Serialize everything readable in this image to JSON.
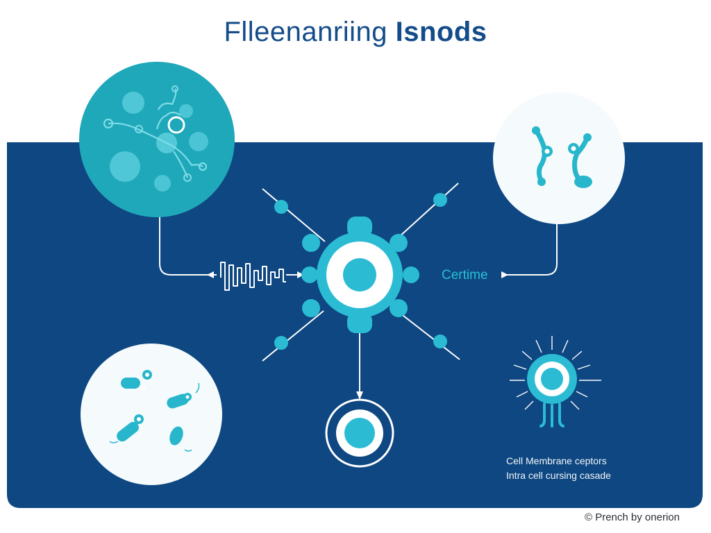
{
  "title": {
    "part1": "Flleenanriing ",
    "part2": "Isnods"
  },
  "center_label": "Certime",
  "caption": {
    "line1": "Cell Membrane ceptors",
    "line2": "Intra cell cursing casade"
  },
  "credit": "© Prench by onerion",
  "colors": {
    "navy": "#0e4781",
    "cyan": "#2bbcd4",
    "teal": "#1fa8b9",
    "title": "#134c8a"
  }
}
